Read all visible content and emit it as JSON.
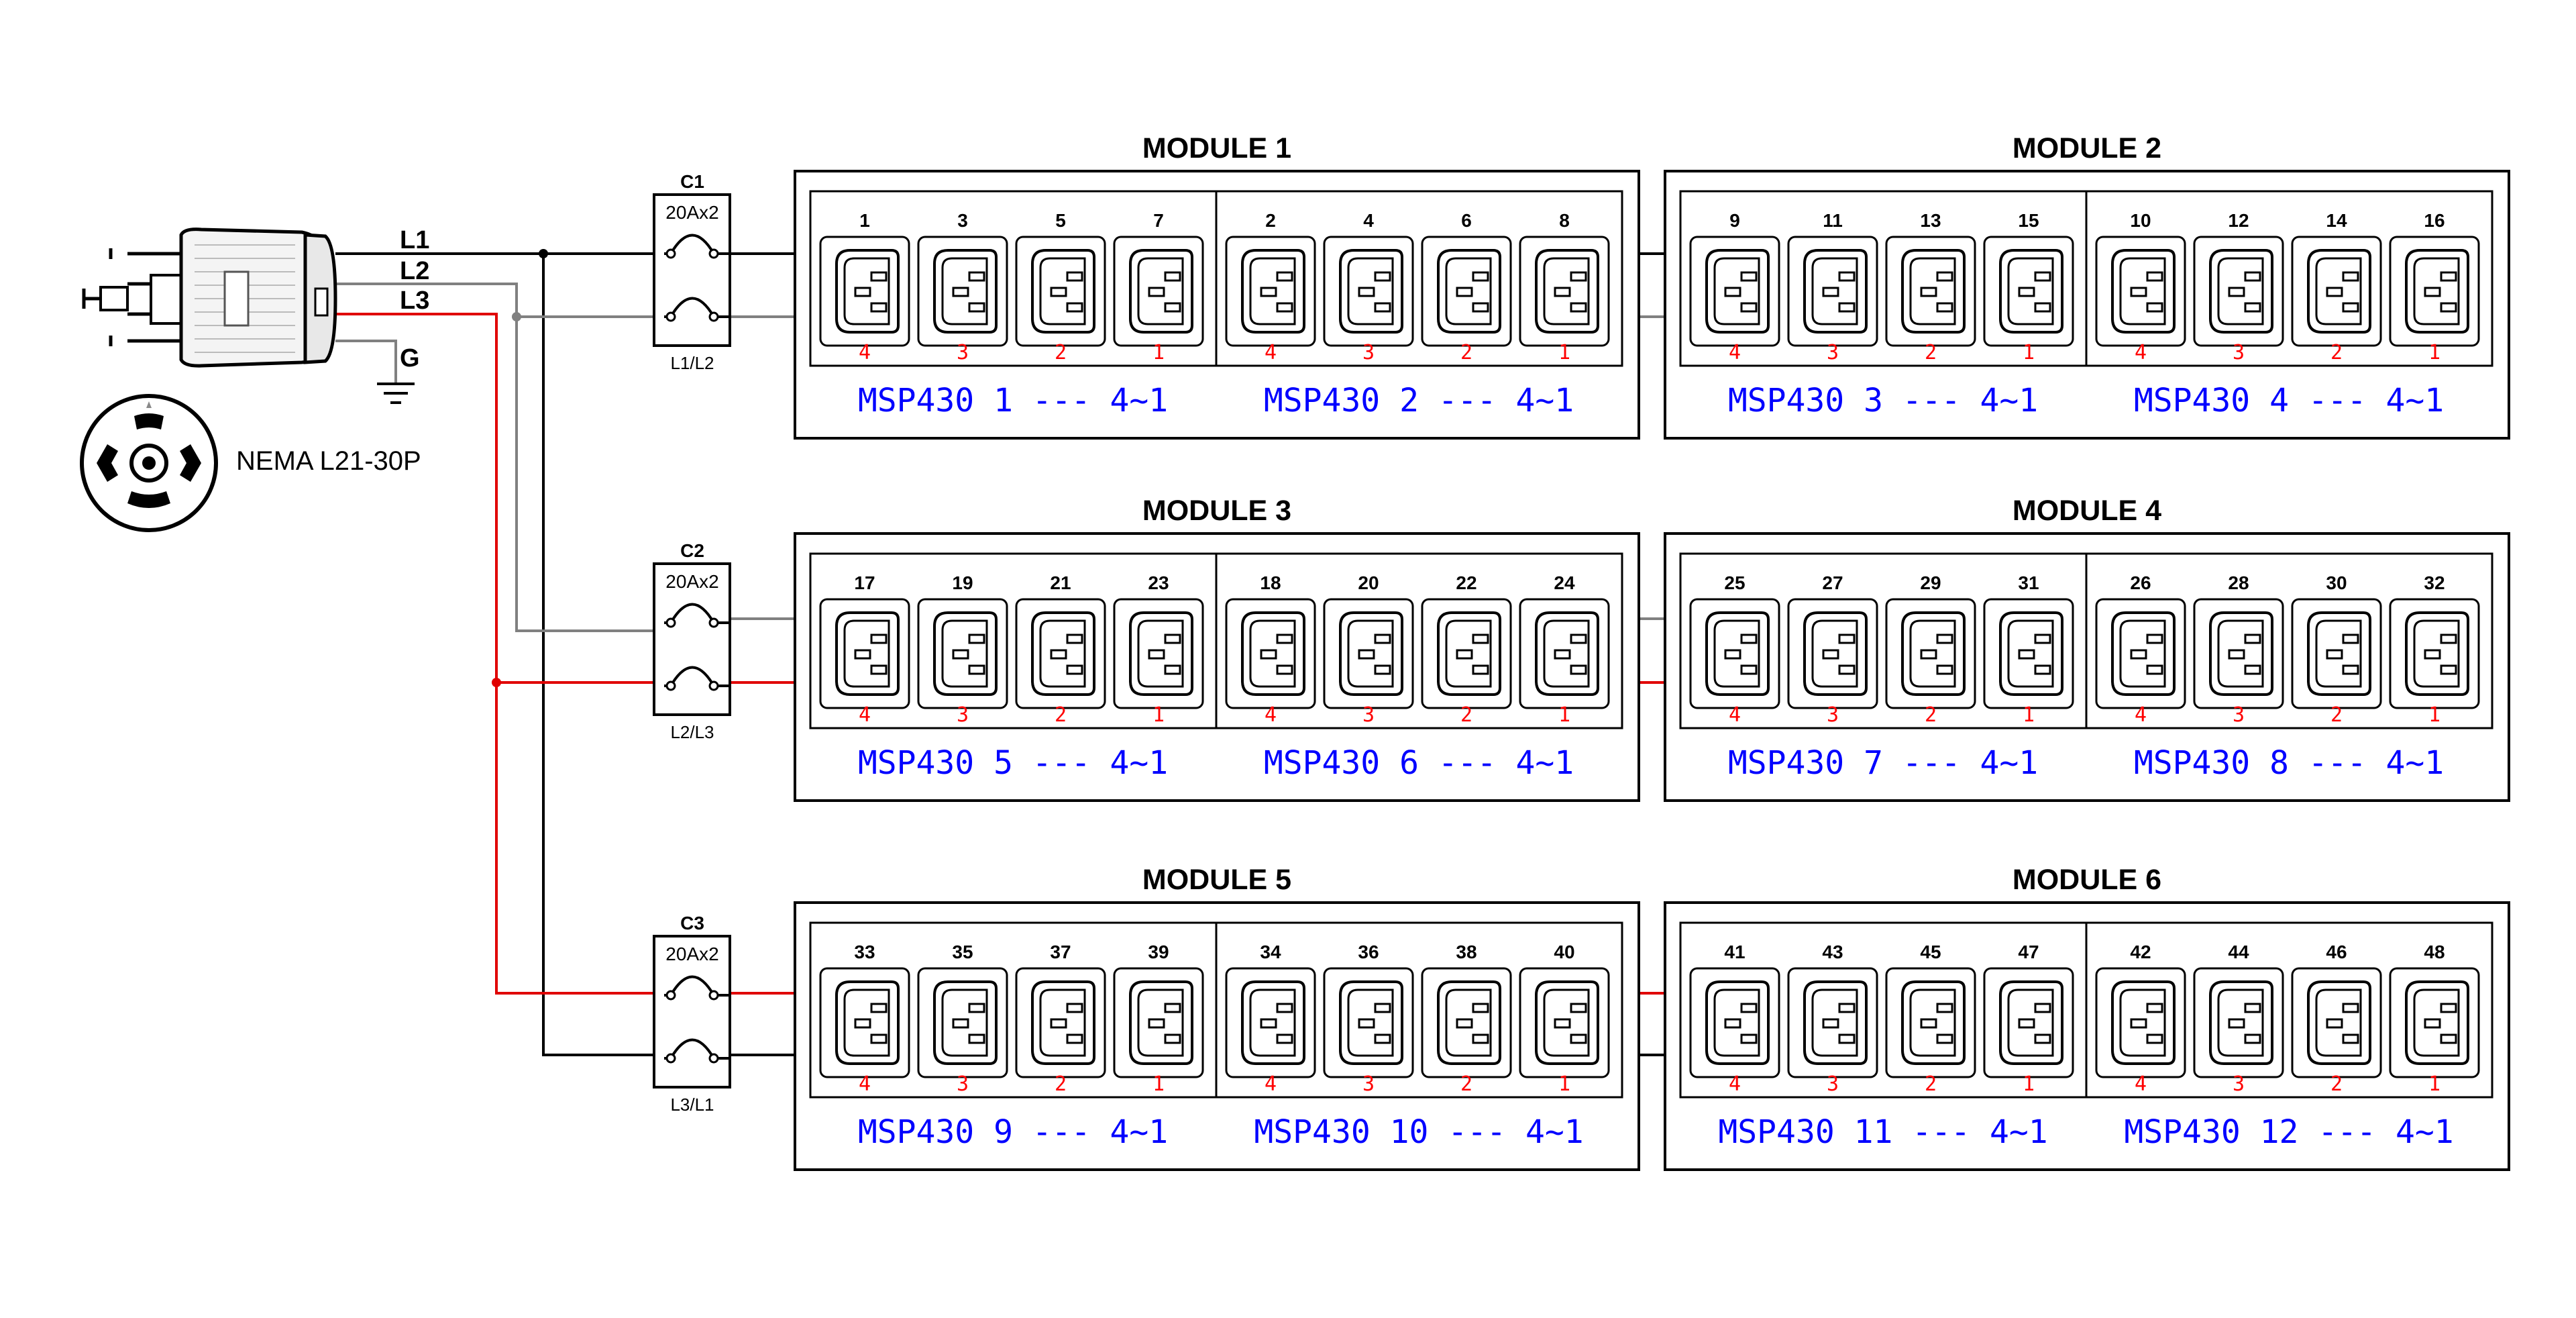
{
  "colors": {
    "wire_l1": "#000000",
    "wire_l2": "#808080",
    "wire_l3": "#e00000",
    "outlet_number": "#000000",
    "plug_number": "#ff0000",
    "msp_label": "#0000ff"
  },
  "plug": {
    "icon": "nema-plug-icon",
    "face_icon": "nema-l21-30p-face-icon",
    "ground_icon": "ground-symbol-icon",
    "label": "NEMA L21-30P",
    "lines": [
      "L1",
      "L2",
      "L3"
    ],
    "ground_label": "G"
  },
  "breakers": [
    {
      "name": "C1",
      "rating": "20Ax2",
      "phases": "L1/L2"
    },
    {
      "name": "C2",
      "rating": "20Ax2",
      "phases": "L2/L3"
    },
    {
      "name": "C3",
      "rating": "20Ax2",
      "phases": "L3/L1"
    }
  ],
  "modules": [
    {
      "title": "MODULE 1",
      "groups": [
        {
          "outlets": [
            "1",
            "3",
            "5",
            "7"
          ],
          "plugs": [
            "4",
            "3",
            "2",
            "1"
          ],
          "label": "MSP430 1 --- 4~1"
        },
        {
          "outlets": [
            "2",
            "4",
            "6",
            "8"
          ],
          "plugs": [
            "4",
            "3",
            "2",
            "1"
          ],
          "label": "MSP430 2 --- 4~1"
        }
      ]
    },
    {
      "title": "MODULE 2",
      "groups": [
        {
          "outlets": [
            "9",
            "11",
            "13",
            "15"
          ],
          "plugs": [
            "4",
            "3",
            "2",
            "1"
          ],
          "label": "MSP430 3 --- 4~1"
        },
        {
          "outlets": [
            "10",
            "12",
            "14",
            "16"
          ],
          "plugs": [
            "4",
            "3",
            "2",
            "1"
          ],
          "label": "MSP430 4 --- 4~1"
        }
      ]
    },
    {
      "title": "MODULE 3",
      "groups": [
        {
          "outlets": [
            "17",
            "19",
            "21",
            "23"
          ],
          "plugs": [
            "4",
            "3",
            "2",
            "1"
          ],
          "label": "MSP430 5 --- 4~1"
        },
        {
          "outlets": [
            "18",
            "20",
            "22",
            "24"
          ],
          "plugs": [
            "4",
            "3",
            "2",
            "1"
          ],
          "label": "MSP430 6 --- 4~1"
        }
      ]
    },
    {
      "title": "MODULE 4",
      "groups": [
        {
          "outlets": [
            "25",
            "27",
            "29",
            "31"
          ],
          "plugs": [
            "4",
            "3",
            "2",
            "1"
          ],
          "label": "MSP430 7 --- 4~1"
        },
        {
          "outlets": [
            "26",
            "28",
            "30",
            "32"
          ],
          "plugs": [
            "4",
            "3",
            "2",
            "1"
          ],
          "label": "MSP430 8 --- 4~1"
        }
      ]
    },
    {
      "title": "MODULE 5",
      "groups": [
        {
          "outlets": [
            "33",
            "35",
            "37",
            "39"
          ],
          "plugs": [
            "4",
            "3",
            "2",
            "1"
          ],
          "label": "MSP430 9 --- 4~1"
        },
        {
          "outlets": [
            "34",
            "36",
            "38",
            "40"
          ],
          "plugs": [
            "4",
            "3",
            "2",
            "1"
          ],
          "label": "MSP430 10 --- 4~1"
        }
      ]
    },
    {
      "title": "MODULE 6",
      "groups": [
        {
          "outlets": [
            "41",
            "43",
            "45",
            "47"
          ],
          "plugs": [
            "4",
            "3",
            "2",
            "1"
          ],
          "label": "MSP430 11 --- 4~1"
        },
        {
          "outlets": [
            "42",
            "44",
            "46",
            "48"
          ],
          "plugs": [
            "4",
            "3",
            "2",
            "1"
          ],
          "label": "MSP430 12 --- 4~1"
        }
      ]
    }
  ]
}
